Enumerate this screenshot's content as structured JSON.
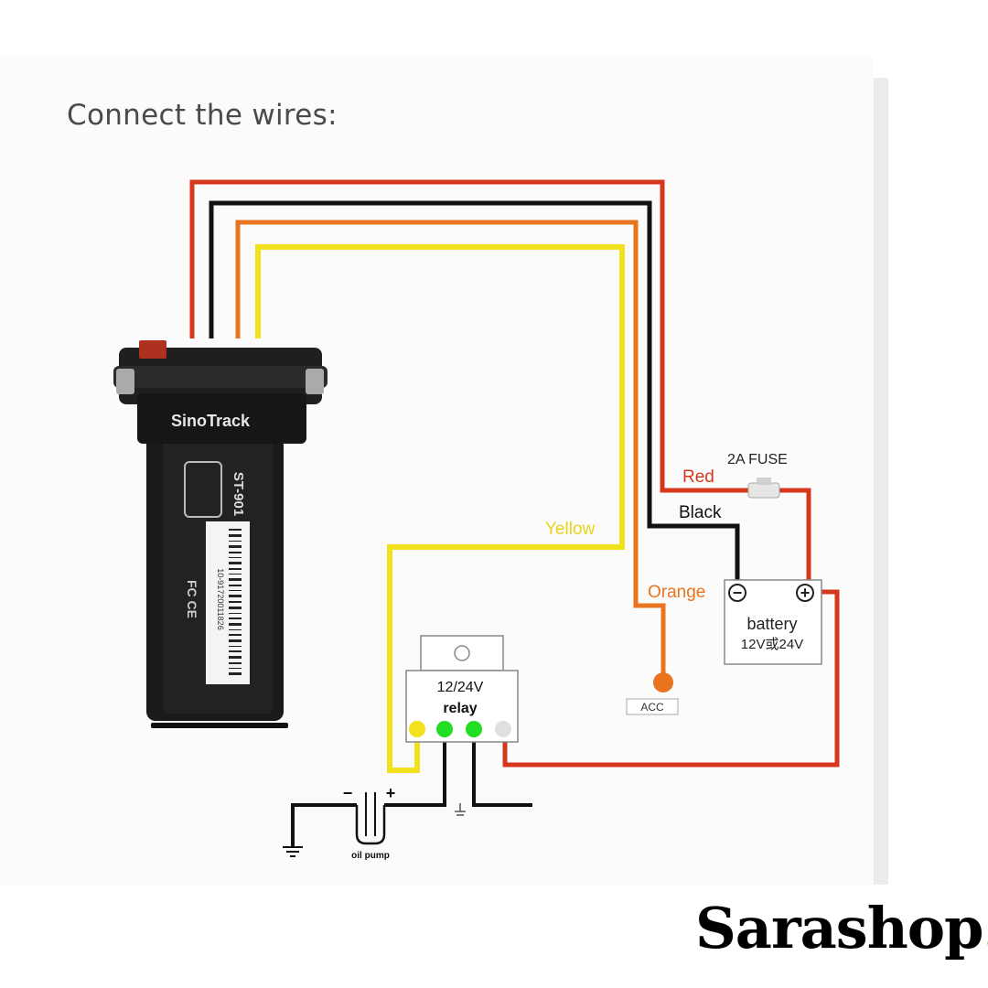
{
  "heading": "Connect the wires:",
  "device": {
    "brand_text": "SinoTrack",
    "model_text": "ST-901",
    "serial_text": "10-91720011826",
    "cert_marks": "FC CE"
  },
  "wires": {
    "red_label": "Red",
    "black_label": "Black",
    "orange_label": "Orange",
    "yellow_label": "Yellow"
  },
  "fuse_label": "2A  FUSE",
  "battery": {
    "label": "battery",
    "voltage": "12V或24V",
    "minus_symbol": "−",
    "plus_symbol": "+"
  },
  "acc_label": "ACC",
  "relay": {
    "voltage": "12/24V",
    "label": "relay"
  },
  "oil_pump": {
    "label": "oil pump",
    "minus_symbol": "−",
    "plus_symbol": "+"
  },
  "brand": {
    "name": "Sarashop",
    "dot": "."
  },
  "colors": {
    "red_wire": "#d6361c",
    "black_wire": "#111111",
    "orange_wire": "#e8741f",
    "yellow_wire": "#f2e21d",
    "brand_dot": "#3dbf4a"
  }
}
